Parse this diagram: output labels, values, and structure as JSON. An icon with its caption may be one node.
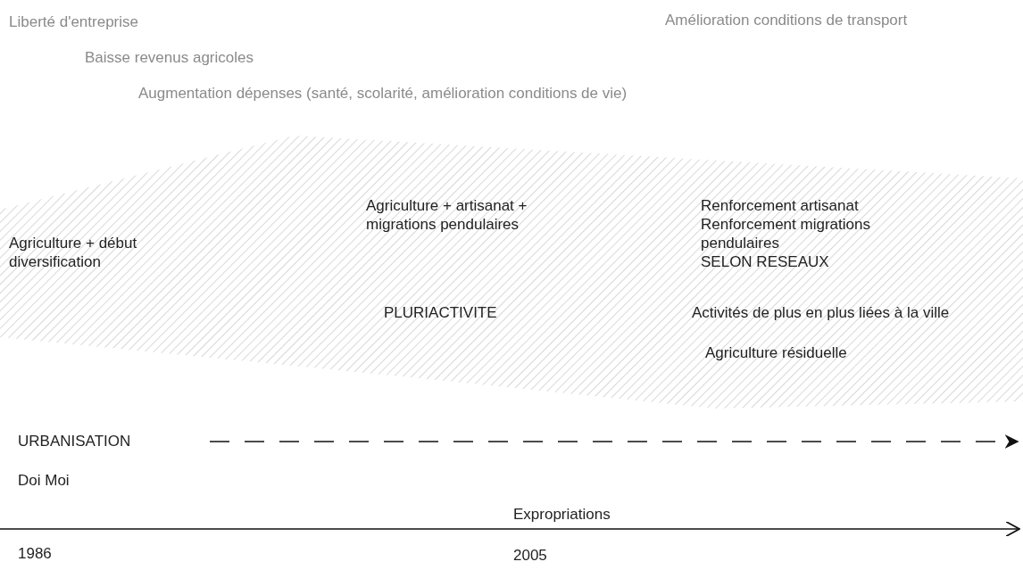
{
  "diagram": {
    "nodes": [
      {
        "text": [
          "Agriculture + début diversification",
          "Agriculture + artisanat + migrations pendulaires",
          "Renforcement artisanat",
          "Renforcement migrations pendulaires",
          "SELON RESEAUX",
          "PLURIACTIVITE",
          "Activités de plus en plus liées à la ville",
          "Agriculture résiduelle"
        ]
      }
    ],
    "edges": [],
    "labels": [
      "Liberté d'entreprise",
      "Amélioration conditions de transport",
      "Baisse revenus agricoles",
      "Augmentation dépenses (santé, scolarité, amélioration conditions de vie)",
      "URBANISATION",
      "Doi Moi",
      "Expropriations",
      "1986",
      "2005"
    ]
  }
}
